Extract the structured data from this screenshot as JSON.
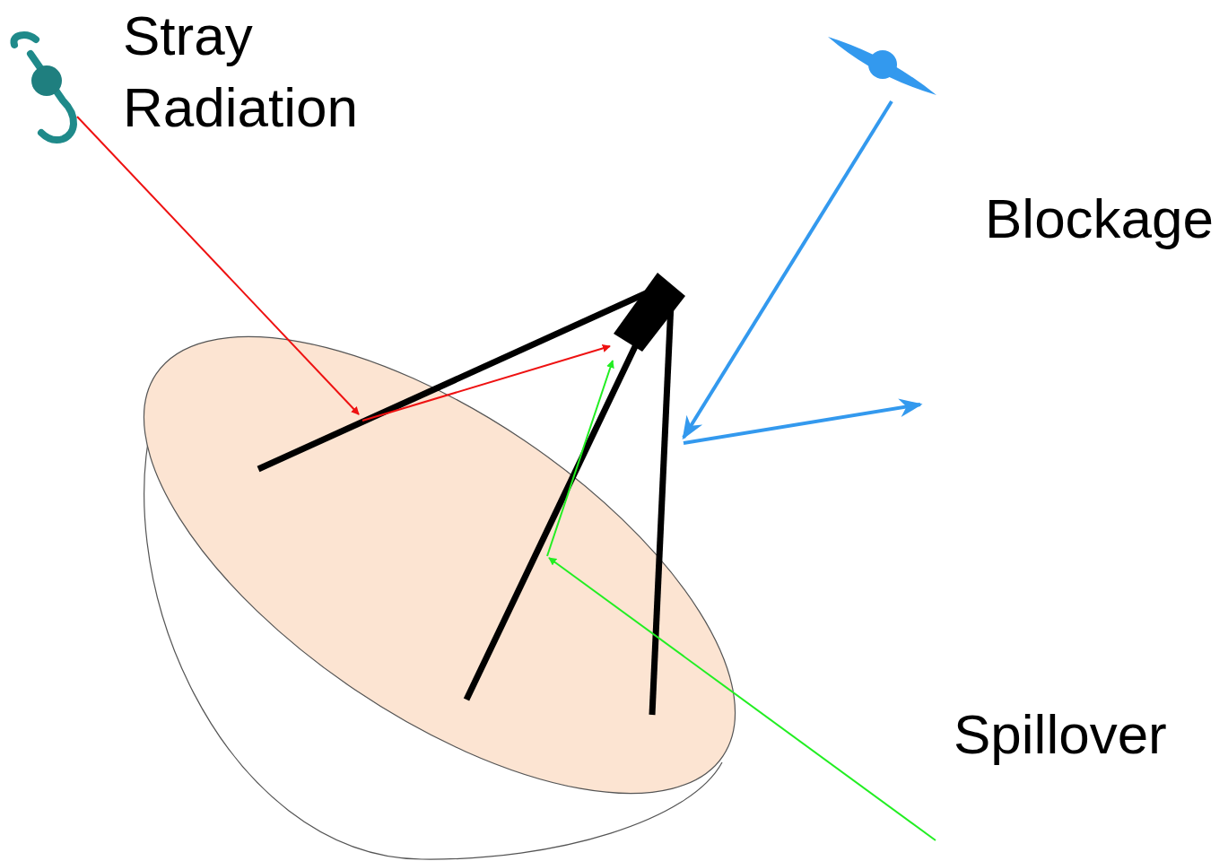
{
  "diagram": {
    "labels": [
      "Stray Radiation",
      "Blockage",
      "Spillover"
    ]
  }
}
